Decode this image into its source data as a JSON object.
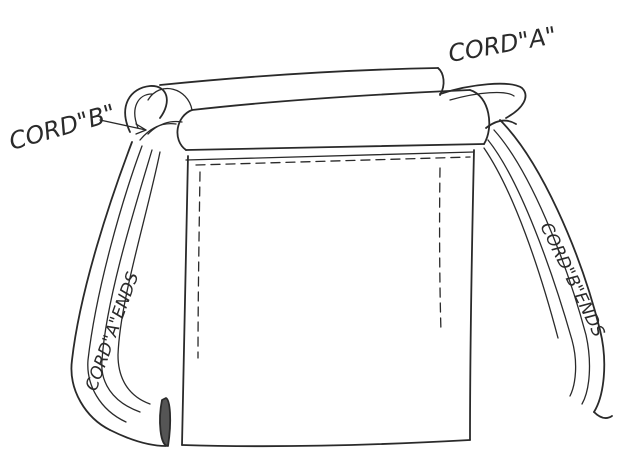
{
  "labels": {
    "cord_a": "CORD\"A\"",
    "cord_b": "CORD\"B\"",
    "cord_a_ends": "CORD\"A\"ENDS",
    "cord_b_ends": "CORD\"B\"ENDS"
  }
}
